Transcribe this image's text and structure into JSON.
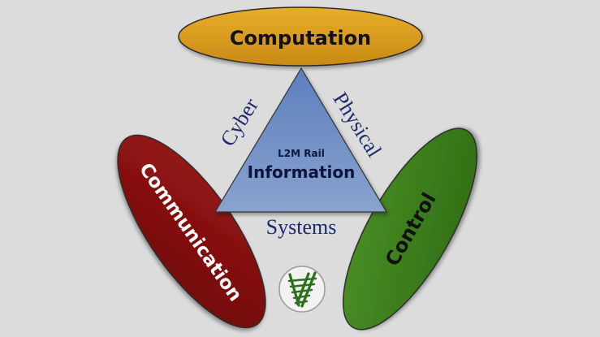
{
  "diagram": {
    "computation_label": "Computation",
    "communication_label": "Communication",
    "control_label": "Control",
    "triangle": {
      "title": "L2M Rail",
      "label": "Information",
      "left_side": "Cyber",
      "right_side": "Physical",
      "bottom_side": "Systems"
    },
    "logo_icon": "railroad-track-logo"
  },
  "colors": {
    "background": "#dcdcdc",
    "computation": "#d99a1e",
    "communication": "#8a0f0f",
    "control": "#3e7f1c",
    "triangle": "#6f8fc4",
    "side_text": "#1a2a6b",
    "logo": "#2e6f1e"
  }
}
